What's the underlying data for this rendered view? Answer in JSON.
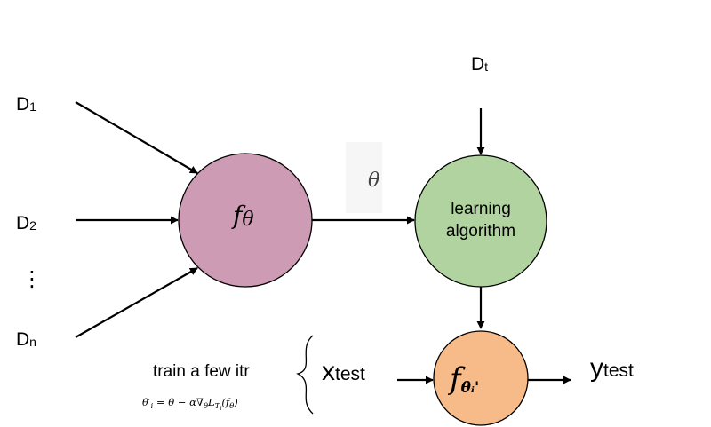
{
  "inputs": {
    "d1": {
      "main": "D",
      "sub": "1"
    },
    "d2": {
      "main": "D",
      "sub": "2"
    },
    "dots": "⋮",
    "dn": {
      "main": "D",
      "sub": "n"
    },
    "dt": {
      "main": "D",
      "sub": "t"
    }
  },
  "nodes": {
    "f_theta": {
      "fn": "f",
      "param": "θ"
    },
    "learning": {
      "line1": "learning",
      "line2": "algorithm"
    },
    "f_adapted": {
      "fn": "f",
      "sub": "θᵢ'"
    }
  },
  "labels": {
    "theta": "θ",
    "train": "train a few itr",
    "update": {
      "lhs": "θ′",
      "lhs_sub": "i",
      "rhs": " = θ − α∇",
      "grad_sub": "θ",
      "loss": "L",
      "loss_sub": "T",
      "loss_subsub": "i",
      "arg": "(f",
      "arg_sub": "θ",
      "close": ")"
    },
    "x_test": {
      "main": "x",
      "sub": "test"
    },
    "y_test": {
      "main": "y",
      "sub": "test"
    }
  },
  "colors": {
    "f_theta_fill": "#cd9bb3",
    "learning_fill": "#b0d39f",
    "adapted_fill": "#f7bb8a",
    "stroke": "#000000"
  }
}
